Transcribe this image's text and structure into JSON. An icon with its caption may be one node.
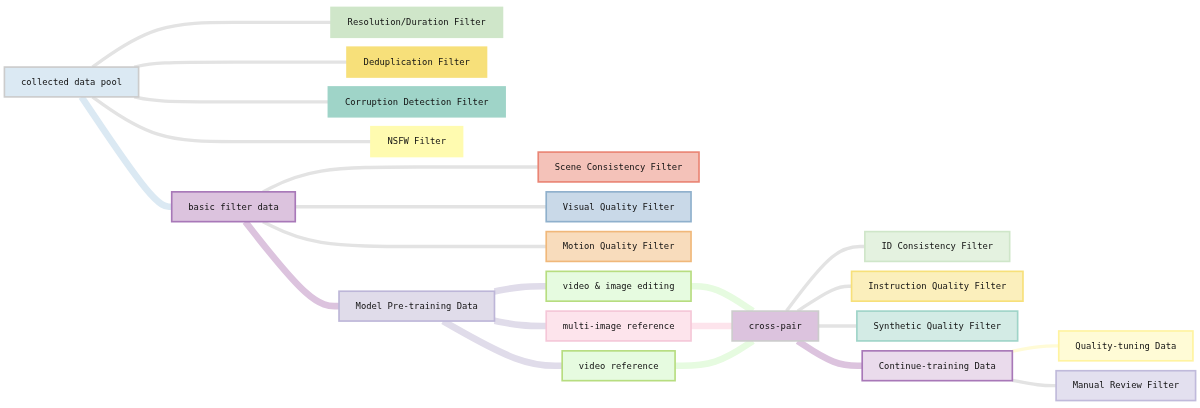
{
  "diagram": {
    "nodes": [
      {
        "text": [
          "collected data pool"
        ]
      },
      {
        "text": [
          "basic filter data"
        ]
      },
      {
        "text": [
          "Resolution/Duration Filter"
        ]
      },
      {
        "text": [
          "Deduplication Filter"
        ]
      },
      {
        "text": [
          "Corruption Detection Filter"
        ]
      },
      {
        "text": [
          "NSFW Filter"
        ]
      },
      {
        "text": [
          "Model Pre-training Data"
        ]
      },
      {
        "text": [
          "Scene Consistency Filter"
        ]
      },
      {
        "text": [
          "Visual Quality Filter"
        ]
      },
      {
        "text": [
          "Motion Quality Filter"
        ]
      },
      {
        "text": [
          "video & image editing"
        ]
      },
      {
        "text": [
          "multi-image reference"
        ]
      },
      {
        "text": [
          "video reference"
        ]
      },
      {
        "text": [
          "cross-pair"
        ]
      },
      {
        "text": [
          "ID Consistency Filter"
        ]
      },
      {
        "text": [
          "Instruction Quality Filter"
        ]
      },
      {
        "text": [
          "Synthetic Quality Filter"
        ]
      },
      {
        "text": [
          "Continue-training Data"
        ]
      },
      {
        "text": [
          "Quality-tuning Data"
        ]
      },
      {
        "text": [
          "Manual Review Filter"
        ]
      }
    ],
    "edges": [
      {
        "from": 0,
        "to": 1,
        "arrow": "none",
        "style": "thick",
        "color": "#dbe9f3"
      },
      {
        "from": 0,
        "to": 2,
        "arrow": "none"
      },
      {
        "from": 0,
        "to": 3,
        "arrow": "none"
      },
      {
        "from": 0,
        "to": 4,
        "arrow": "none"
      },
      {
        "from": 0,
        "to": 5,
        "arrow": "none"
      },
      {
        "from": 1,
        "to": 6,
        "arrow": "none",
        "style": "thick",
        "color": "#dcc3de"
      },
      {
        "from": 1,
        "to": 7,
        "arrow": "none"
      },
      {
        "from": 1,
        "to": 8,
        "arrow": "none"
      },
      {
        "from": 1,
        "to": 9,
        "arrow": "none"
      },
      {
        "from": 6,
        "to": 10,
        "arrow": "none",
        "style": "thick",
        "color": "#e0dcea"
      },
      {
        "from": 6,
        "to": 11,
        "arrow": "none",
        "style": "thick",
        "color": "#e0dcea"
      },
      {
        "from": 6,
        "to": 12,
        "arrow": "none",
        "style": "thick",
        "color": "#e0dcea"
      },
      {
        "from": 10,
        "to": 13,
        "arrow": "none",
        "style": "thick",
        "color": "#e6fbe0"
      },
      {
        "from": 11,
        "to": 13,
        "arrow": "none",
        "style": "thick",
        "color": "#fde4ec"
      },
      {
        "from": 12,
        "to": 13,
        "arrow": "none",
        "style": "thick",
        "color": "#e6fbe0"
      },
      {
        "from": 13,
        "to": 17,
        "arrow": "none",
        "style": "thick",
        "color": "#dcc3de"
      },
      {
        "from": 13,
        "to": 14,
        "arrow": "none"
      },
      {
        "from": 13,
        "to": 15,
        "arrow": "none"
      },
      {
        "from": 13,
        "to": 16,
        "arrow": "none"
      },
      {
        "from": 17,
        "to": 18,
        "arrow": "none",
        "color": "#fffbd6"
      },
      {
        "from": 17,
        "to": 19,
        "arrow": "none"
      }
    ]
  }
}
